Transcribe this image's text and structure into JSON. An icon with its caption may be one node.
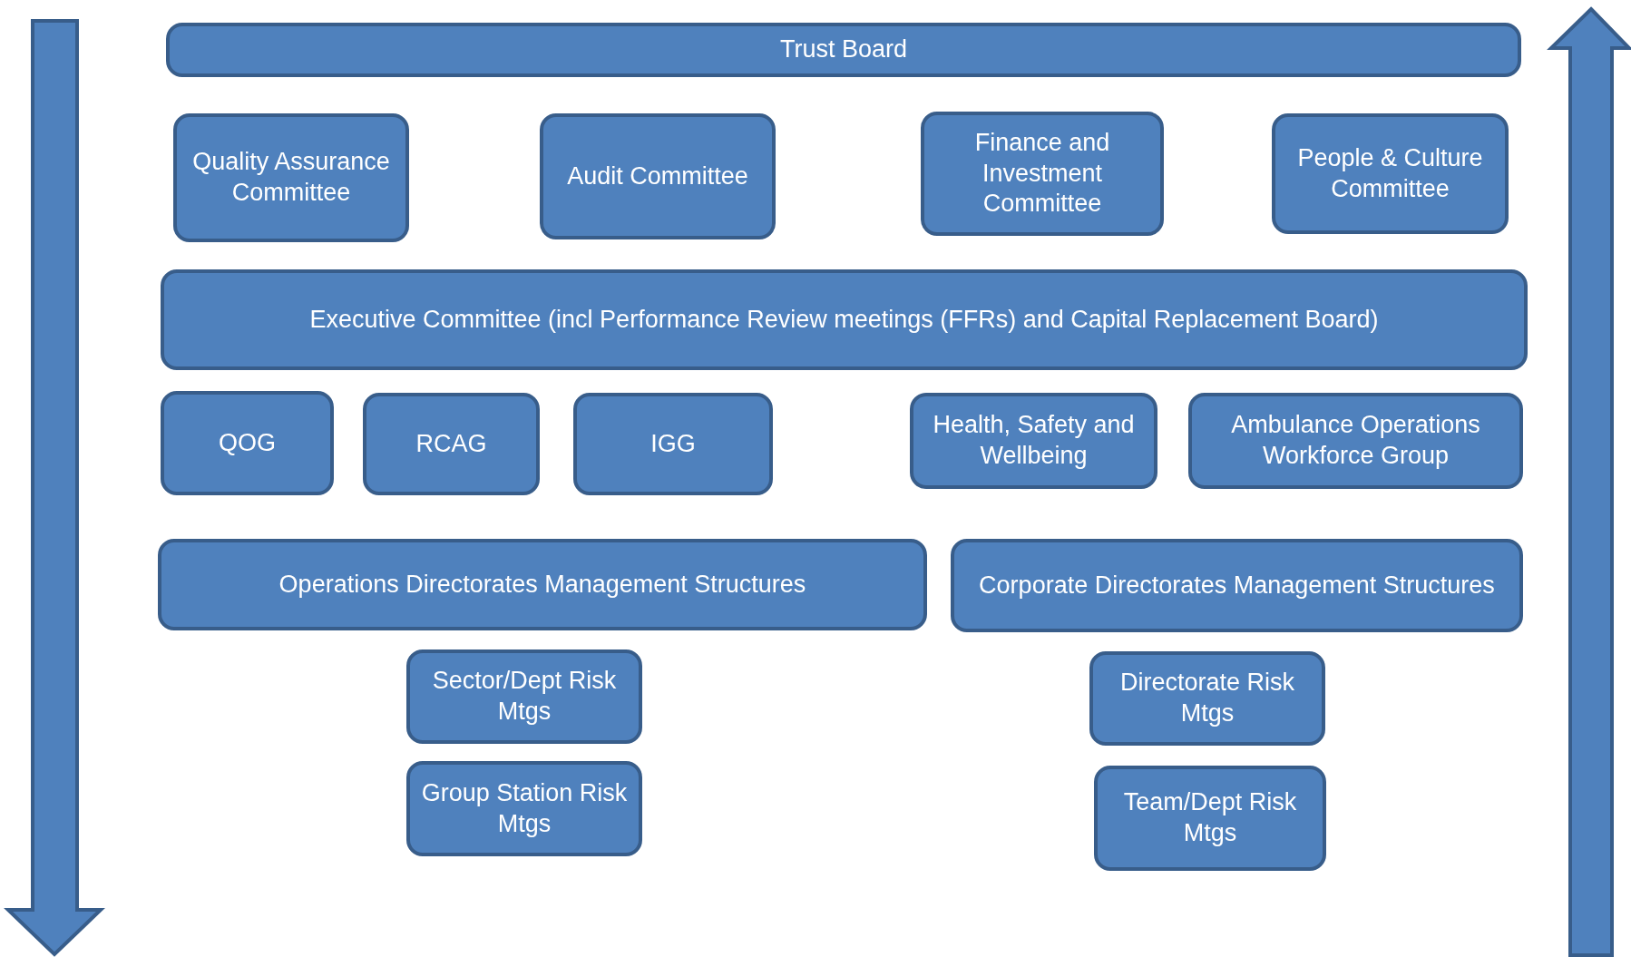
{
  "diagram": {
    "nodes": [
      {
        "text": [
          "Trust Board"
        ]
      },
      {
        "text": [
          "Quality Assurance Committee"
        ]
      },
      {
        "text": [
          "Audit Committee"
        ]
      },
      {
        "text": [
          "Finance and Investment Committee"
        ]
      },
      {
        "text": [
          "People & Culture Committee"
        ]
      },
      {
        "text": [
          "Executive Committee (incl Performance Review meetings (FFRs) and Capital Replacement Board)"
        ]
      },
      {
        "text": [
          "QOG"
        ]
      },
      {
        "text": [
          "RCAG"
        ]
      },
      {
        "text": [
          "IGG"
        ]
      },
      {
        "text": [
          "Health, Safety and Wellbeing"
        ]
      },
      {
        "text": [
          "Ambulance Operations Workforce Group"
        ]
      },
      {
        "text": [
          "Operations Directorates Management Structures"
        ]
      },
      {
        "text": [
          "Corporate Directorates Management Structures"
        ]
      },
      {
        "text": [
          "Sector/Dept Risk Mtgs"
        ]
      },
      {
        "text": [
          "Group Station Risk Mtgs"
        ]
      },
      {
        "text": [
          "Directorate Risk Mtgs"
        ]
      },
      {
        "text": [
          "Team/Dept Risk Mtgs"
        ]
      }
    ],
    "edges": []
  }
}
